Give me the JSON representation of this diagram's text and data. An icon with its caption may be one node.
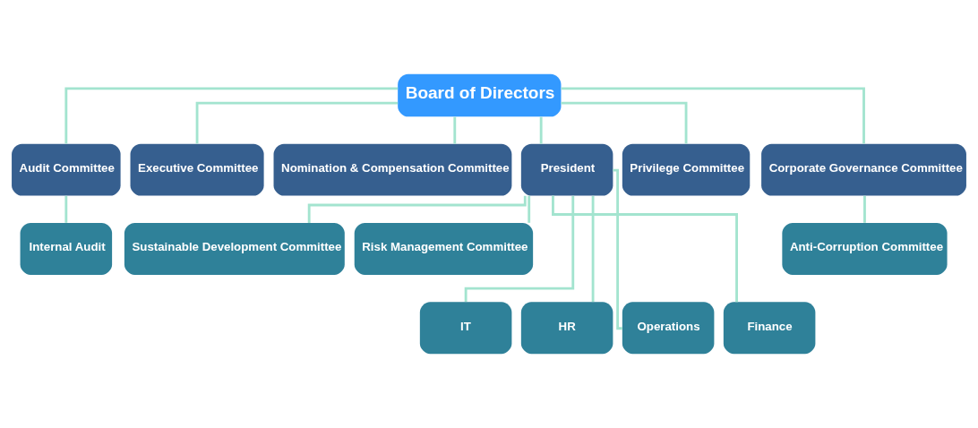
{
  "diagram": {
    "nodes": [
      {
        "text": [
          "Board of Directors"
        ]
      },
      {
        "text": [
          "Audit Committee"
        ]
      },
      {
        "text": [
          "Executive Committee"
        ]
      },
      {
        "text": [
          "Nomination & Compensation Committee"
        ]
      },
      {
        "text": [
          "President"
        ]
      },
      {
        "text": [
          "Privilege Committee"
        ]
      },
      {
        "text": [
          "Corporate Governance Committee"
        ]
      },
      {
        "text": [
          "Internal Audit"
        ]
      },
      {
        "text": [
          "Sustainable Development Committee"
        ]
      },
      {
        "text": [
          "Risk Management Committee"
        ]
      },
      {
        "text": [
          "Anti-Corruption Committee"
        ]
      },
      {
        "text": [
          "IT"
        ]
      },
      {
        "text": [
          "HR"
        ]
      },
      {
        "text": [
          "Operations"
        ]
      },
      {
        "text": [
          "Finance"
        ]
      }
    ],
    "edges": [
      {
        "from": 0,
        "to": 1,
        "arrow": "none"
      },
      {
        "from": 0,
        "to": 2,
        "arrow": "none"
      },
      {
        "from": 0,
        "to": 3,
        "arrow": "none"
      },
      {
        "from": 0,
        "to": 4,
        "arrow": "none"
      },
      {
        "from": 0,
        "to": 5,
        "arrow": "none"
      },
      {
        "from": 0,
        "to": 6,
        "arrow": "none"
      },
      {
        "from": 1,
        "to": 7,
        "arrow": "none"
      },
      {
        "from": 4,
        "to": 8,
        "arrow": "none"
      },
      {
        "from": 4,
        "to": 9,
        "arrow": "none"
      },
      {
        "from": 6,
        "to": 10,
        "arrow": "none"
      },
      {
        "from": 4,
        "to": 11,
        "arrow": "none"
      },
      {
        "from": 4,
        "to": 12,
        "arrow": "none"
      },
      {
        "from": 4,
        "to": 13,
        "arrow": "none"
      },
      {
        "from": 4,
        "to": 14,
        "arrow": "none"
      }
    ]
  }
}
